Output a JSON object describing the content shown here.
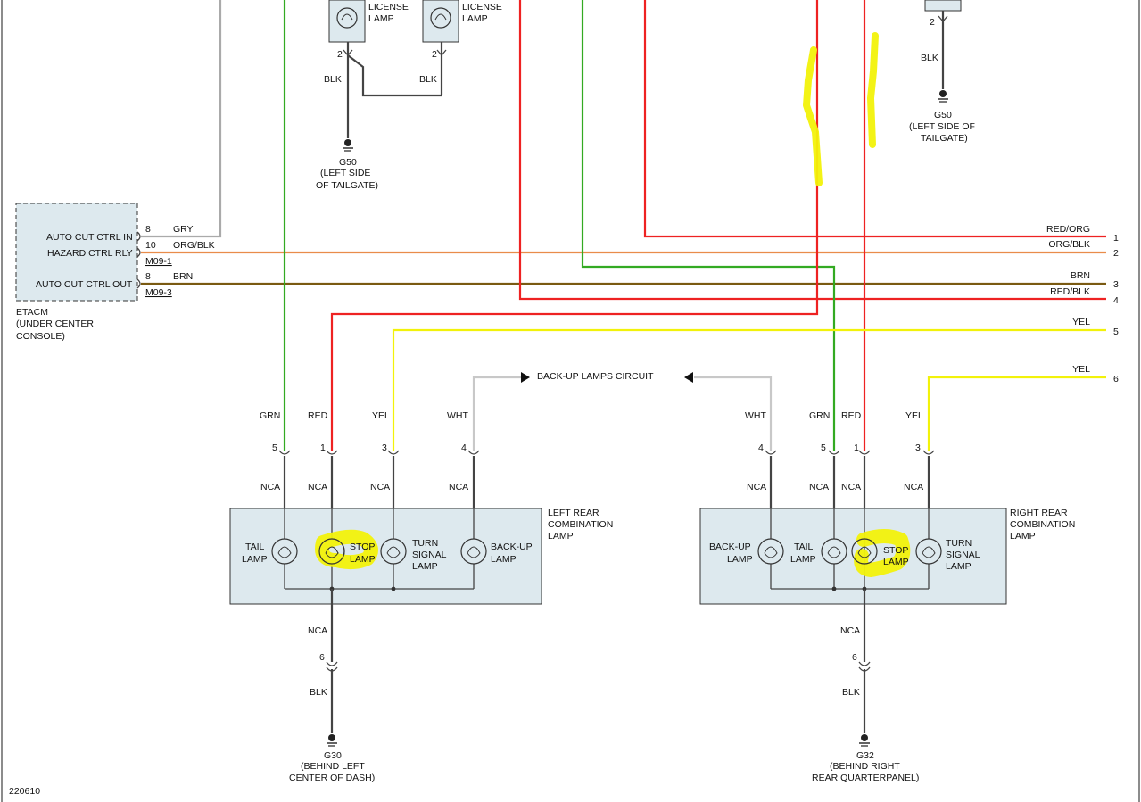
{
  "diagram_id": "220610",
  "etacm": {
    "label_lines": [
      "ETACM",
      "(UNDER CENTER",
      "CONSOLE)"
    ],
    "pins": [
      {
        "label": "AUTO CUT CTRL IN",
        "pin": "8",
        "color": "GRY"
      },
      {
        "label": "HAZARD CTRL RLY",
        "pin": "10",
        "color": "ORG/BLK",
        "connector": "M09-1"
      },
      {
        "label": "AUTO CUT CTRL OUT",
        "pin": "8",
        "color": "BRN",
        "connector": "M09-3"
      }
    ]
  },
  "license_lamps": {
    "left_label_lines": [
      "LICENSE",
      "LAMP"
    ],
    "right_label_lines": [
      "LICENSE",
      "LAMP"
    ],
    "left_pin": "2",
    "right_pin": "2",
    "left_wire": "BLK",
    "right_wire": "BLK"
  },
  "grounds": {
    "g50_center": {
      "id": "G50",
      "lines": [
        "(LEFT SIDE",
        "OF TAILGATE)"
      ]
    },
    "g50_right": {
      "id": "G50",
      "lines": [
        "(LEFT SIDE OF",
        "TAILGATE)"
      ],
      "pin": "2",
      "wire": "BLK"
    },
    "g30": {
      "id": "G30",
      "lines": [
        "(BEHIND LEFT",
        "CENTER OF DASH)"
      ],
      "pin": "6",
      "wire": "BLK",
      "nca": "NCA"
    },
    "g32": {
      "id": "G32",
      "lines": [
        "(BEHIND RIGHT",
        "REAR QUARTERPANEL)"
      ],
      "pin": "6",
      "wire": "BLK",
      "nca": "NCA"
    }
  },
  "right_edge": {
    "wires": [
      {
        "color": "RED/ORG",
        "num": "1"
      },
      {
        "color": "ORG/BLK",
        "num": "2"
      },
      {
        "color": "BRN",
        "num": "3"
      },
      {
        "color": "RED/BLK",
        "num": "4"
      },
      {
        "color": "YEL",
        "num": "5"
      },
      {
        "color": "YEL",
        "num": "6"
      }
    ]
  },
  "backup_circuit_label": "BACK-UP LAMPS CIRCUIT",
  "left_rear": {
    "title_lines": [
      "LEFT REAR",
      "COMBINATION",
      "LAMP"
    ],
    "connectors": [
      {
        "color": "GRN",
        "pin": "5",
        "nca": "NCA"
      },
      {
        "color": "RED",
        "pin": "1",
        "nca": "NCA"
      },
      {
        "color": "YEL",
        "pin": "3",
        "nca": "NCA"
      },
      {
        "color": "WHT",
        "pin": "4",
        "nca": "NCA"
      }
    ],
    "lamps": [
      {
        "lines": [
          "TAIL",
          "LAMP"
        ]
      },
      {
        "lines": [
          "STOP",
          "LAMP"
        ]
      },
      {
        "lines": [
          "TURN",
          "SIGNAL",
          "LAMP"
        ]
      },
      {
        "lines": [
          "BACK-UP",
          "LAMP"
        ]
      }
    ]
  },
  "right_rear": {
    "title_lines": [
      "RIGHT REAR",
      "COMBINATION",
      "LAMP"
    ],
    "connectors": [
      {
        "color": "WHT",
        "pin": "4",
        "nca": "NCA"
      },
      {
        "color": "GRN",
        "pin": "5",
        "nca": "NCA"
      },
      {
        "color": "RED",
        "pin": "1",
        "nca": "NCA"
      },
      {
        "color": "YEL",
        "pin": "3",
        "nca": "NCA"
      }
    ],
    "lamps": [
      {
        "lines": [
          "BACK-UP",
          "LAMP"
        ]
      },
      {
        "lines": [
          "TAIL",
          "LAMP"
        ]
      },
      {
        "lines": [
          "STOP",
          "LAMP"
        ]
      },
      {
        "lines": [
          "TURN",
          "SIGNAL",
          "LAMP"
        ]
      }
    ]
  },
  "colors": {
    "green": "#33aa22",
    "red": "#ee2222",
    "yellow": "#f2f20a",
    "gray": "#aaaaaa",
    "orange": "#e98c4a",
    "brown": "#7a5a12",
    "black": "#333333",
    "box": "#dde9ee"
  }
}
